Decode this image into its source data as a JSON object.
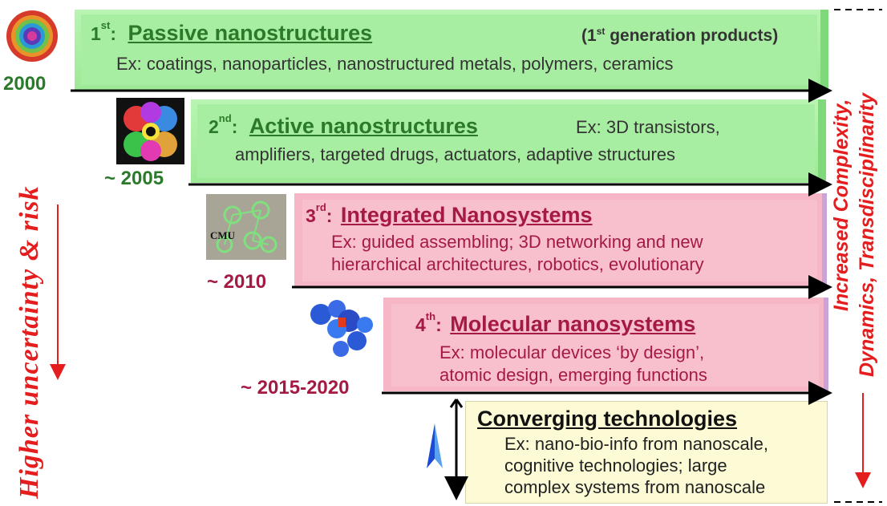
{
  "stages": [
    {
      "num": "1",
      "sup": "st",
      "sep": ":",
      "title": "Passive nanostructures",
      "note_pre": "(1",
      "note_sup": "st",
      "note_post": " generation products)",
      "lines": [
        "Ex: coatings, nanoparticles, nanostructured metals, polymers, ceramics"
      ],
      "year": "2000"
    },
    {
      "num": "2",
      "sup": "nd",
      "sep": ":",
      "title": "Active nanostructures",
      "note": "Ex: 3D transistors,",
      "lines": [
        "amplifiers, targeted drugs, actuators, adaptive structures"
      ],
      "year": "~ 2005"
    },
    {
      "num": "3",
      "sup": "rd",
      "sep": ":",
      "title": "Integrated Nanosystems",
      "lines": [
        "Ex: guided assembling; 3D networking and new",
        "hierarchical architectures, robotics, evolutionary"
      ],
      "year": "~ 2010",
      "image_label": "CMU"
    },
    {
      "num": "4",
      "sup": "th",
      "sep": ":",
      "title": "Molecular nanosystems",
      "lines": [
        "Ex: molecular devices ‘by design’,",
        "atomic design, emerging functions"
      ],
      "year": "~ 2015-2020"
    },
    {
      "title": "Converging technologies",
      "lines": [
        "Ex: nano-bio-info from nanoscale,",
        "cognitive technologies; large",
        "complex systems from nanoscale"
      ]
    }
  ],
  "left_axis_label": "Higher uncertainty & risk",
  "right_axis_label_1": "Increased Complexity,",
  "right_axis_label_2": "Dynamics, Transdisciplinarity",
  "colors": {
    "green_text": "#2a7a2a",
    "pink_text": "#a51a44",
    "red_axis": "#e41e1e"
  }
}
